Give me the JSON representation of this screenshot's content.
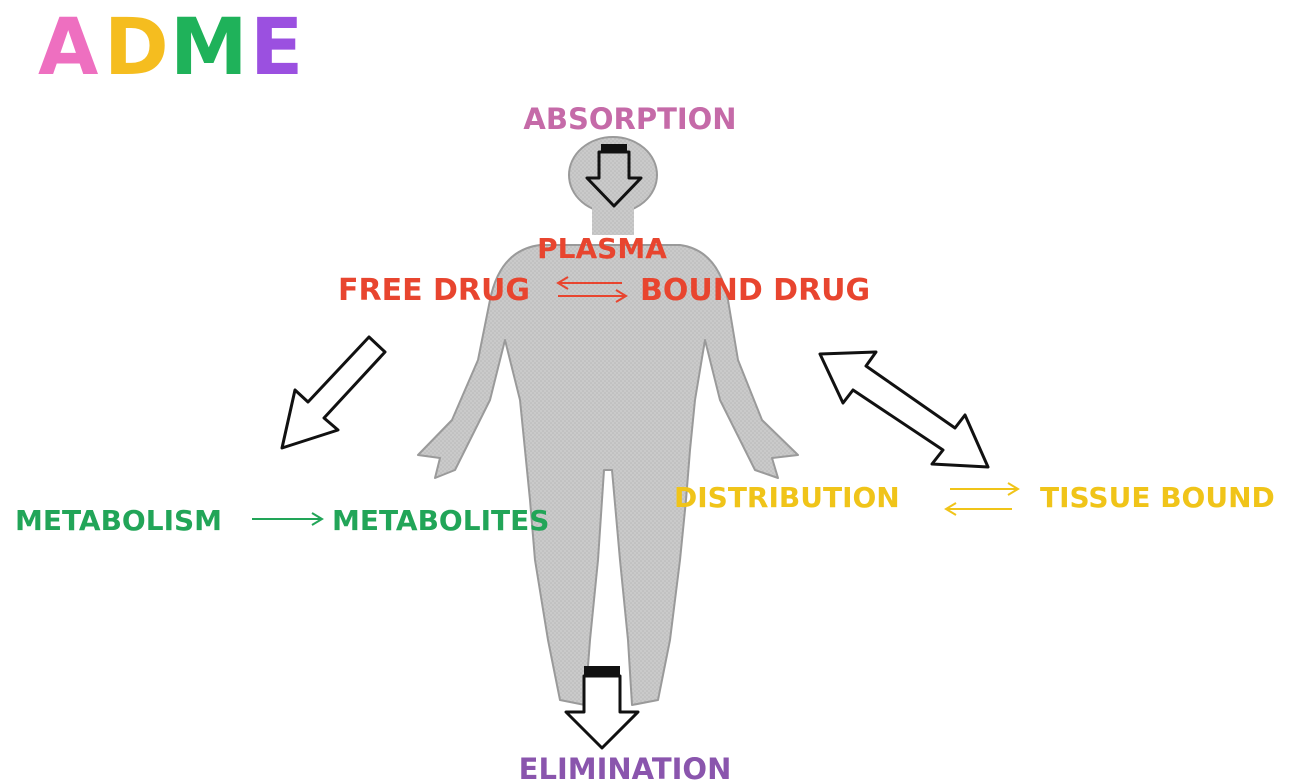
{
  "title": {
    "letters": [
      {
        "text": "A",
        "color": "#ee6fc0"
      },
      {
        "text": "D",
        "color": "#f5bd1f"
      },
      {
        "text": "M",
        "color": "#1fb25a"
      },
      {
        "text": "E",
        "color": "#9b50e0"
      }
    ]
  },
  "labels": {
    "absorption": "ABSORPTION",
    "plasma": "PLASMA",
    "free_drug": "FREE DRUG",
    "bound_drug": "BOUND DRUG",
    "metabolism": "METABOLISM",
    "metabolites": "METABOLITES",
    "distribution": "DISTRIBUTION",
    "tissue_bound": "TISSUE BOUND",
    "elimination": "ELIMINATION"
  },
  "colors": {
    "absorption": "#c56aa8",
    "plasma": "#e8452f",
    "metabolism": "#22a558",
    "distribution": "#f0c419",
    "elimination": "#8a55ad",
    "body": "#c8c8c8"
  },
  "icons": [
    "human-body-silhouette",
    "down-arrow-icon",
    "diagonal-arrow-icon",
    "double-headed-arrow-icon",
    "equilibrium-arrows-icon",
    "right-arrow-icon"
  ]
}
